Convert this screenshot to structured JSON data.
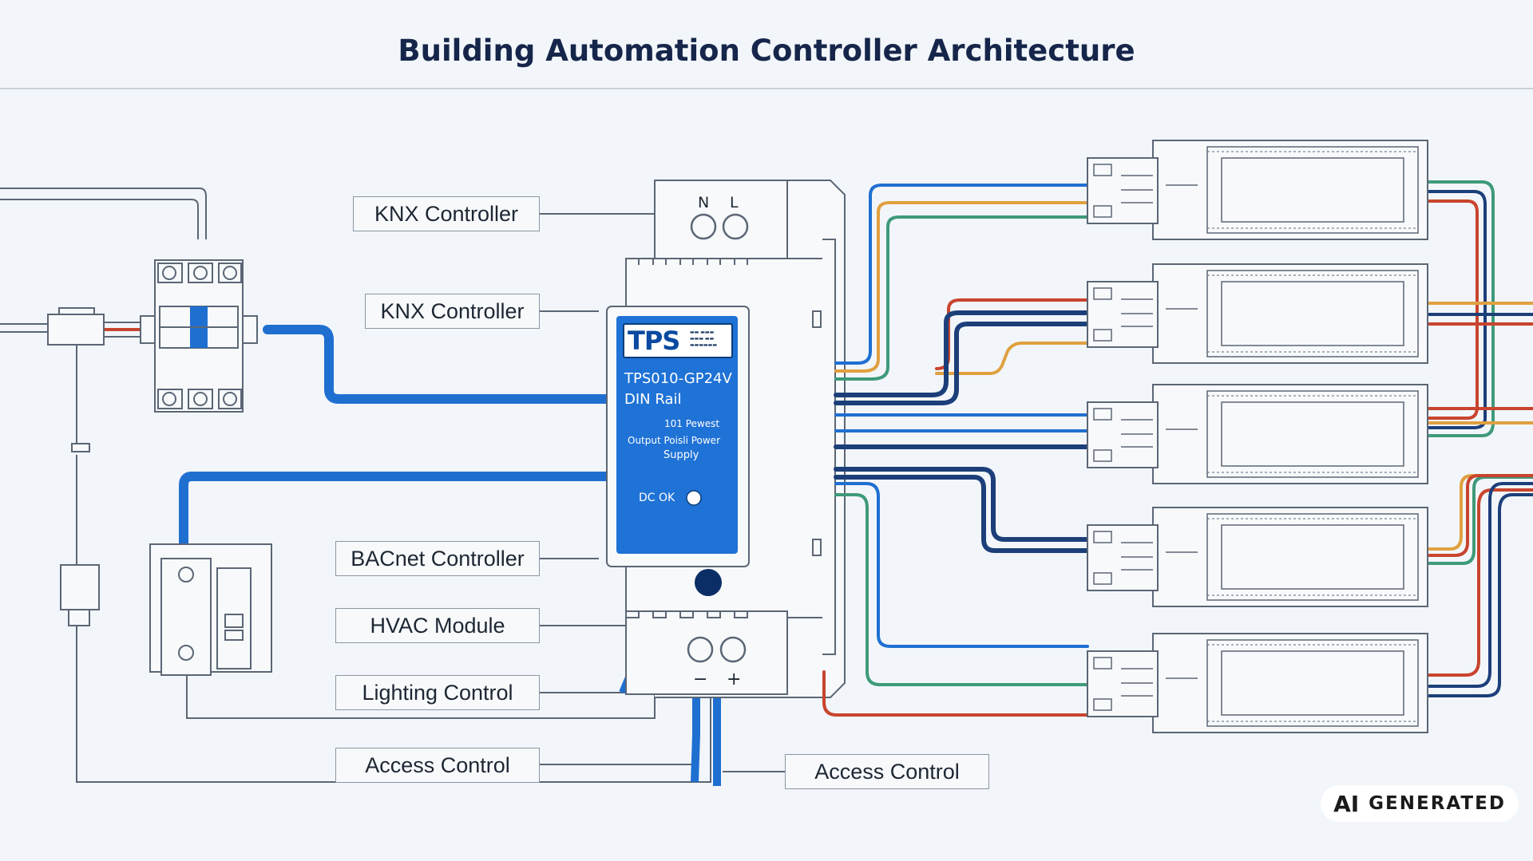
{
  "title": "Building Automation Controller Architecture",
  "labels": {
    "knx_1": "KNX Controller",
    "knx_2": "KNX Controller",
    "bacnet": "BACnet Controller",
    "hvac": "HVAC Module",
    "lighting": "Lighting Control",
    "access_1": "Access Control",
    "access_2": "Access Control"
  },
  "power_supply": {
    "brand": "TPS",
    "model": "TPS010-GP24V",
    "mount": "DIN Rail",
    "line_1": "101 Pewest",
    "line_2": "Output  Poisli Power",
    "line_3": "Supply",
    "status": "DC OK",
    "terminal_top_n": "N",
    "terminal_top_l": "L",
    "terminal_bottom_minus": "−",
    "terminal_bottom_plus": "+"
  },
  "badge": {
    "ai": "AI",
    "text": "GENERATED"
  },
  "colors": {
    "blue": "#1f6fd1",
    "navy": "#1c3f7a",
    "orange": "#e0a040",
    "green": "#3f9a7a",
    "red": "#c9442e",
    "outline": "#5b6675",
    "device_blue": "#1f72d6"
  }
}
